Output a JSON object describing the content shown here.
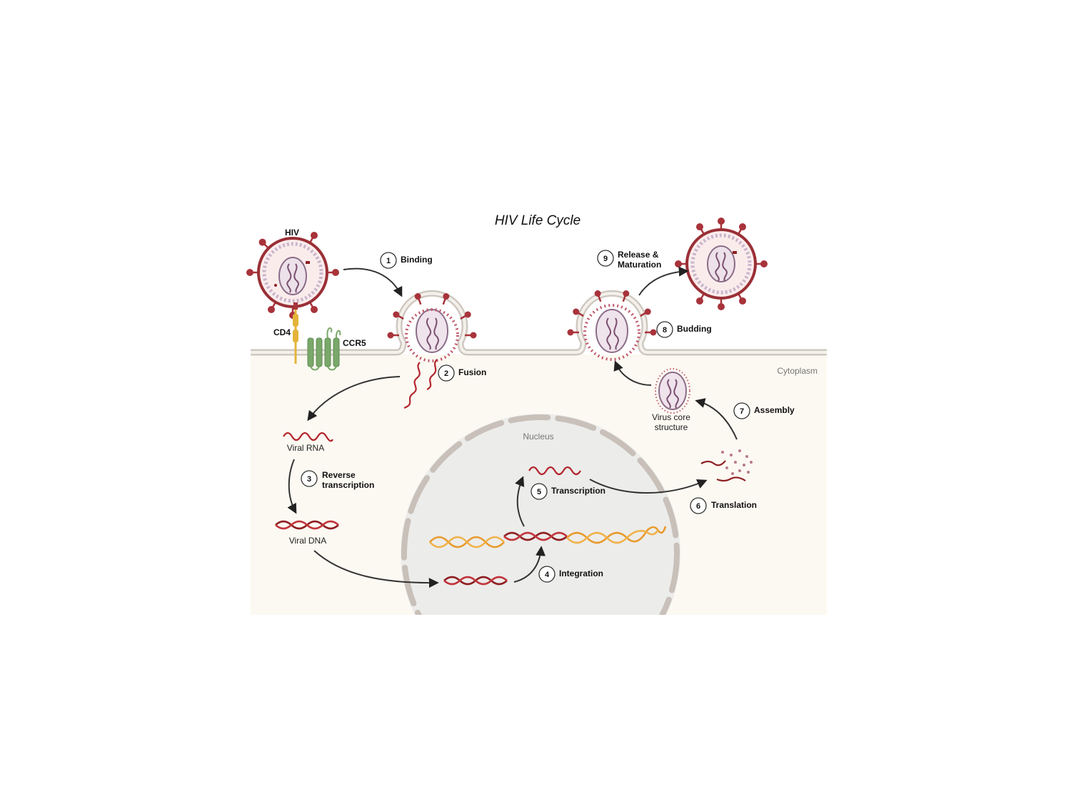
{
  "title": "HIV Life Cycle",
  "labels": {
    "hiv": "HIV",
    "cd4": "CD4",
    "ccr5": "CCR5",
    "cytoplasm": "Cytoplasm",
    "nucleus": "Nucleus",
    "viral_rna": "Viral RNA",
    "viral_dna": "Viral DNA",
    "virus_core_1": "Virus core",
    "virus_core_2": "structure"
  },
  "steps": [
    {
      "num": "1",
      "label": "Binding",
      "label2": ""
    },
    {
      "num": "2",
      "label": "Fusion",
      "label2": ""
    },
    {
      "num": "3",
      "label": "Reverse",
      "label2": "transcription"
    },
    {
      "num": "4",
      "label": "Integration",
      "label2": ""
    },
    {
      "num": "5",
      "label": "Transcription",
      "label2": ""
    },
    {
      "num": "6",
      "label": "Translation",
      "label2": ""
    },
    {
      "num": "7",
      "label": "Assembly",
      "label2": ""
    },
    {
      "num": "8",
      "label": "Budding",
      "label2": ""
    },
    {
      "num": "9",
      "label": "Release &",
      "label2": "Maturation"
    }
  ],
  "colors": {
    "virus_red": "#a8333b",
    "membrane": "#c9c2bb",
    "cytoplasm_bg": "#fcf9f2",
    "nucleus_bg": "#ececea",
    "ccr5_green": "#7aa86a",
    "cd4_gold": "#e4b43a",
    "host_dna_orange": "#e89a2c",
    "viral_dna_dark": "#8e1f22"
  }
}
